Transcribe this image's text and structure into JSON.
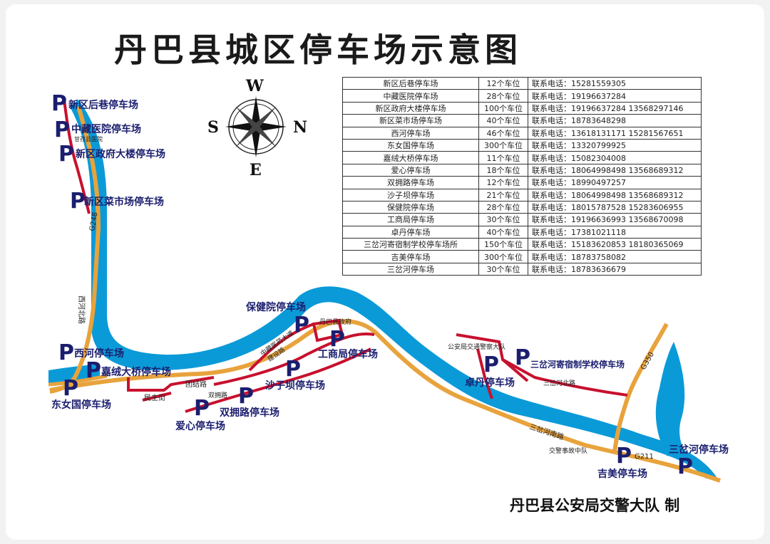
{
  "title": "丹巴县城区停车场示意图",
  "credit": "丹巴县公安局交警大队 制",
  "compass": {
    "north": "W",
    "south": "E",
    "west": "S",
    "east": "N"
  },
  "colors": {
    "river": "#0b9ad8",
    "road": "#e8a33c",
    "street": "#c8102e",
    "parking": "#1b1e6e"
  },
  "parking_table": [
    {
      "name": "新区后巷停车场",
      "spaces": "12个车位",
      "phone": "联系电话：15281559305"
    },
    {
      "name": "中藏医院停车场",
      "spaces": "28个车位",
      "phone": "联系电话：19196637284"
    },
    {
      "name": "新区政府大楼停车场",
      "spaces": "100个车位",
      "phone": "联系电话：19196637284 13568297146"
    },
    {
      "name": "新区菜市场停车场",
      "spaces": "40个车位",
      "phone": "联系电话：18783648298"
    },
    {
      "name": "西河停车场",
      "spaces": "46个车位",
      "phone": "联系电话：13618131171 15281567651"
    },
    {
      "name": "东女国停车场",
      "spaces": "300个车位",
      "phone": "联系电话：13320799925"
    },
    {
      "name": "嘉绒大桥停车场",
      "spaces": "11个车位",
      "phone": "联系电话：15082304008"
    },
    {
      "name": "爱心停车场",
      "spaces": "18个车位",
      "phone": "联系电话：18064998498 13568689312"
    },
    {
      "name": "双拥路停车场",
      "spaces": "12个车位",
      "phone": "联系电话：18990497257"
    },
    {
      "name": "沙子坝停车场",
      "spaces": "21个车位",
      "phone": "联系电话：18064998498 13568689312"
    },
    {
      "name": "保健院停车场",
      "spaces": "28个车位",
      "phone": "联系电话：18015787528 15283606955"
    },
    {
      "name": "工商局停车场",
      "spaces": "30个车位",
      "phone": "联系电话：19196636993 13568670098"
    },
    {
      "name": "卓丹停车场",
      "spaces": "40个车位",
      "phone": "联系电话：17381021118"
    },
    {
      "name": "三岔河寄宿制学校停车场所",
      "spaces": "150个车位",
      "phone": "联系电话：15183620853 18180365069"
    },
    {
      "name": "吉美停车场",
      "spaces": "300个车位",
      "phone": "联系电话：18783758082"
    },
    {
      "name": "三岔河停车场",
      "spaces": "30个车位",
      "phone": "联系电话：18783636679"
    }
  ],
  "map_labels": {
    "parking_symbol": "P",
    "xinqu_houxiang": "新区后巷停车场",
    "zhongzang": "中藏医院停车场",
    "zhongzang_small": "甘孜县医院",
    "xinqu_zhengfu": "新区政府大楼停车场",
    "xinqu_caishichang": "新区菜市场停车场",
    "xihe": "西河停车场",
    "jiarong": "嘉绒大桥停车场",
    "dongnvguo": "东女国停车场",
    "aixin": "爱心停车场",
    "shuangyong": "双拥路停车场",
    "shaziba": "沙子坝停车场",
    "baojianyuan": "保健院停车场",
    "gongshangju": "工商局停车场",
    "zhuodan": "卓丹停车场",
    "sanchahe_school": "三岔河寄宿制学校停车场",
    "sanchahe": "三岔河停车场",
    "jimei": "吉美停车场",
    "road_g248": "G248",
    "road_g350": "G350",
    "road_g211": "G211",
    "xihe_beilu": "西河北路",
    "minzhu": "民主街",
    "tuanjie": "团结路",
    "shuangyong_road": "双拥路",
    "zhongzang_road": "中藏医药大道",
    "sanchahe_nanlu": "三岔河南路",
    "sanchahe_beilu": "三岔河北路",
    "danba_gov": "丹巴县政府",
    "police": "公安局交通警察大队",
    "traffic_squad": "交警事故中队",
    "jiangong": "建设路"
  }
}
